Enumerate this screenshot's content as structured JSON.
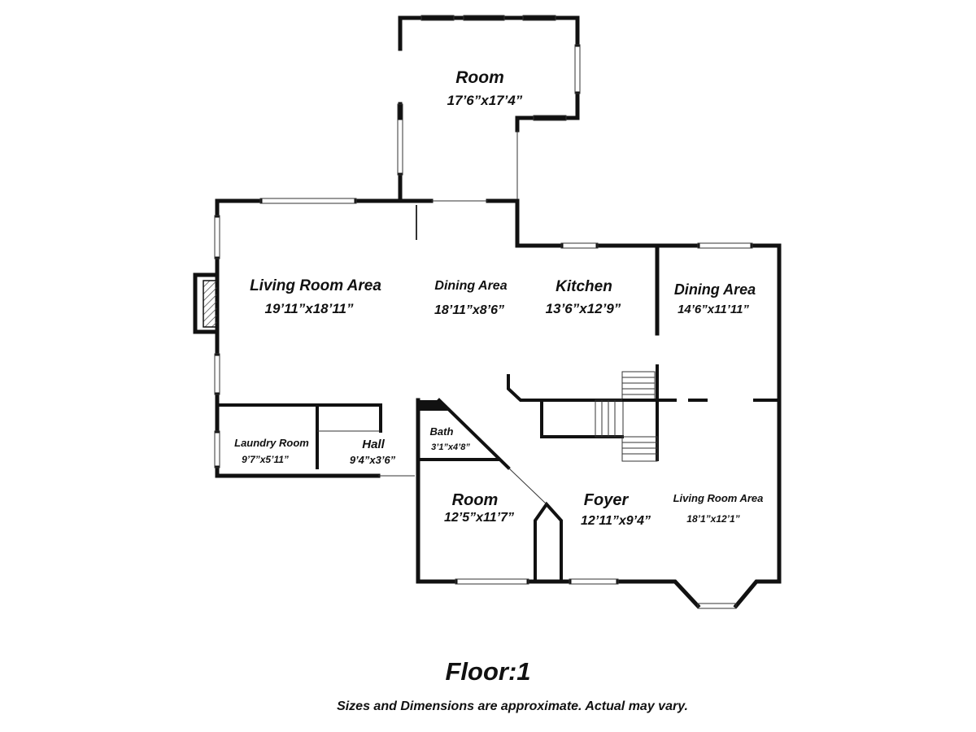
{
  "rooms": {
    "room_top": {
      "name": "Room",
      "size": "17’6”x17’4”"
    },
    "living_left": {
      "name": "Living Room Area",
      "size": "19’11”x18’11”"
    },
    "dining_mid": {
      "name": "Dining Area",
      "size": "18’11”x8’6”"
    },
    "kitchen": {
      "name": "Kitchen",
      "size": "13’6”x12’9”"
    },
    "dining_right": {
      "name": "Dining Area",
      "size": "14’6”x11’11”"
    },
    "laundry": {
      "name": "Laundry Room",
      "size": "9’7”x5’11”"
    },
    "hall": {
      "name": "Hall",
      "size": "9’4”x3’6”"
    },
    "bath": {
      "name": "Bath",
      "size": "3’1”x4’8”"
    },
    "room_bottom": {
      "name": "Room",
      "size": "12’5”x11’7”"
    },
    "foyer": {
      "name": "Foyer",
      "size": "12’11”x9’4”"
    },
    "living_right": {
      "name": "Living Room Area",
      "size": "18’1”x12’1”"
    }
  },
  "footer": {
    "floor_title": "Floor:1",
    "disclaimer": "Sizes and Dimensions are approximate. Actual may vary."
  }
}
